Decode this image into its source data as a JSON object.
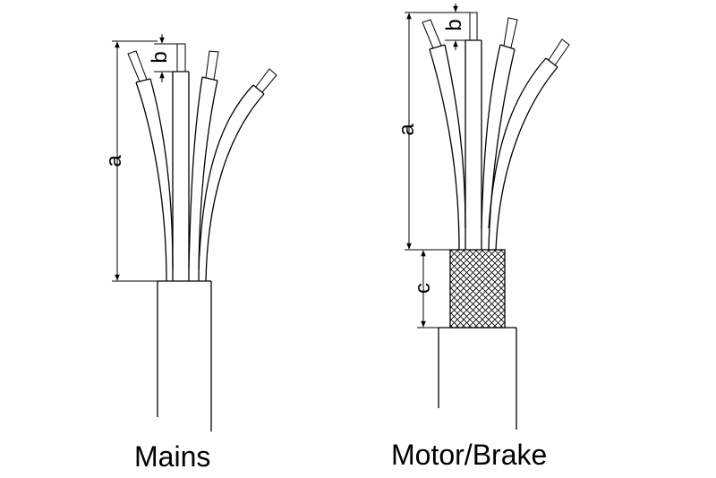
{
  "captions": {
    "mains": "Mains",
    "motor_brake": "Motor/Brake"
  },
  "dimensions": {
    "a": "a",
    "b": "b",
    "c": "c"
  },
  "colors": {
    "line": "#000000",
    "background": "#ffffff"
  }
}
